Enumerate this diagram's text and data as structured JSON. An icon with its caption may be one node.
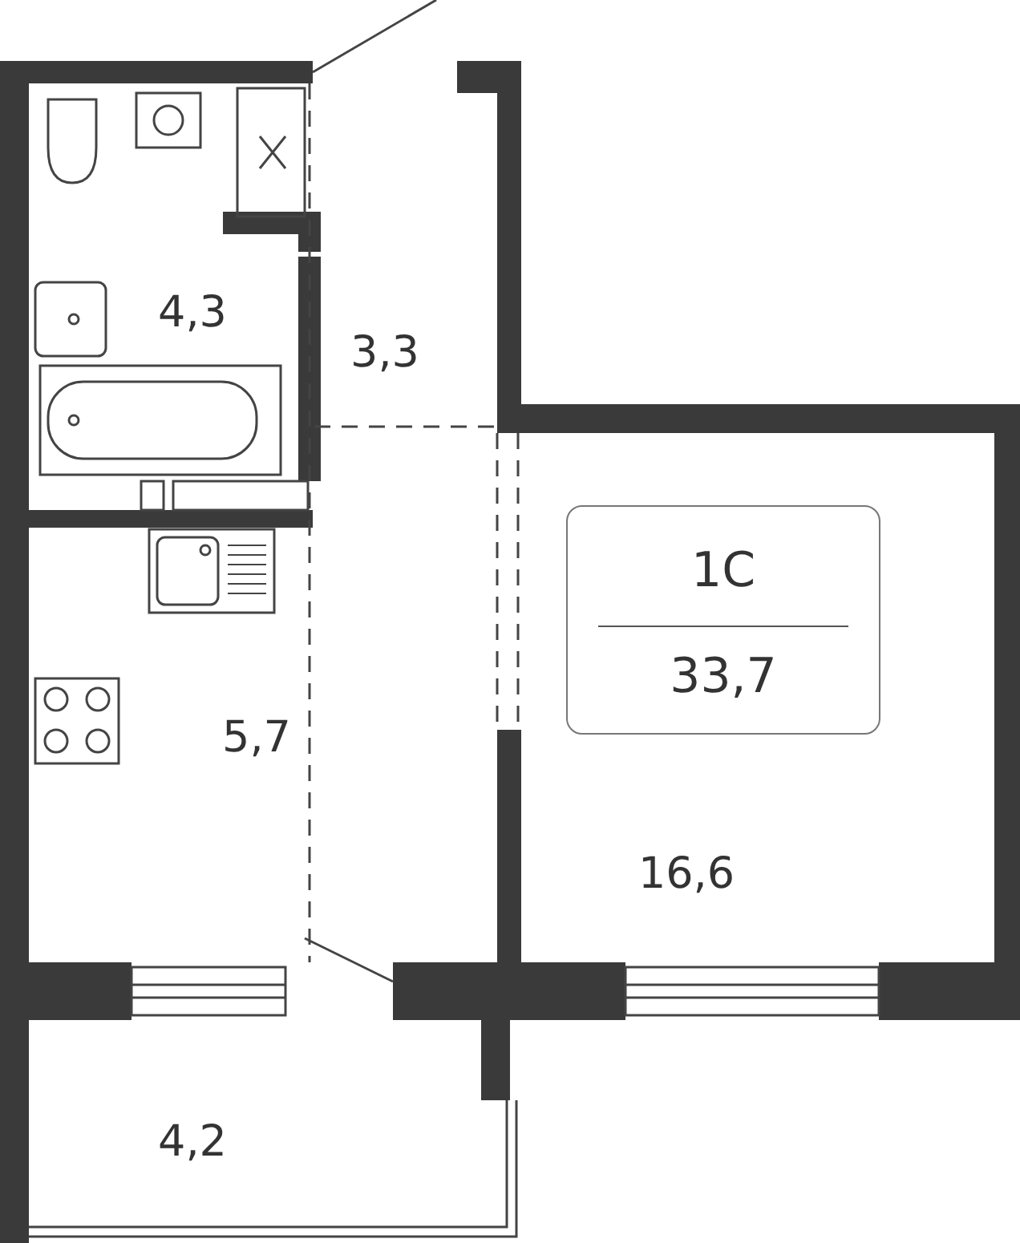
{
  "diagram": {
    "nodes": [
      {
        "text": [
          "1С",
          "33,7"
        ]
      }
    ],
    "labels": [
      "4,3",
      "3,3",
      "5,7",
      "16,6",
      "4,2"
    ]
  }
}
